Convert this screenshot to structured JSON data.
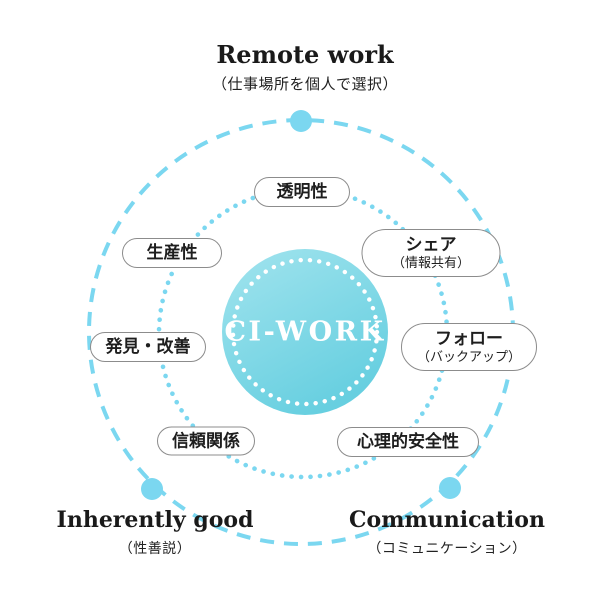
{
  "center": {
    "label": "CI-WORK"
  },
  "inner_pills": [
    {
      "label": "透明性"
    },
    {
      "label": "シェア",
      "sub": "（情報共有）"
    },
    {
      "label": "フォロー",
      "sub": "（バックアップ）"
    },
    {
      "label": "心理的安全性"
    },
    {
      "label": "信頼関係"
    },
    {
      "label": "発見・改善"
    },
    {
      "label": "生産性"
    }
  ],
  "outer_labels": [
    {
      "title": "Remote work",
      "sub": "（仕事場所を個人で選択）"
    },
    {
      "title": "Inherently good",
      "sub": "（性善説）"
    },
    {
      "title": "Communication",
      "sub": "（コミュニケーション）"
    }
  ],
  "colors": {
    "accent_cyan": "#7bd7f0",
    "center_gradient_start": "#a2e4ee",
    "center_gradient_end": "#67cfe0",
    "pill_border": "#8c8c8c",
    "text_dark": "#1e1e1e"
  }
}
